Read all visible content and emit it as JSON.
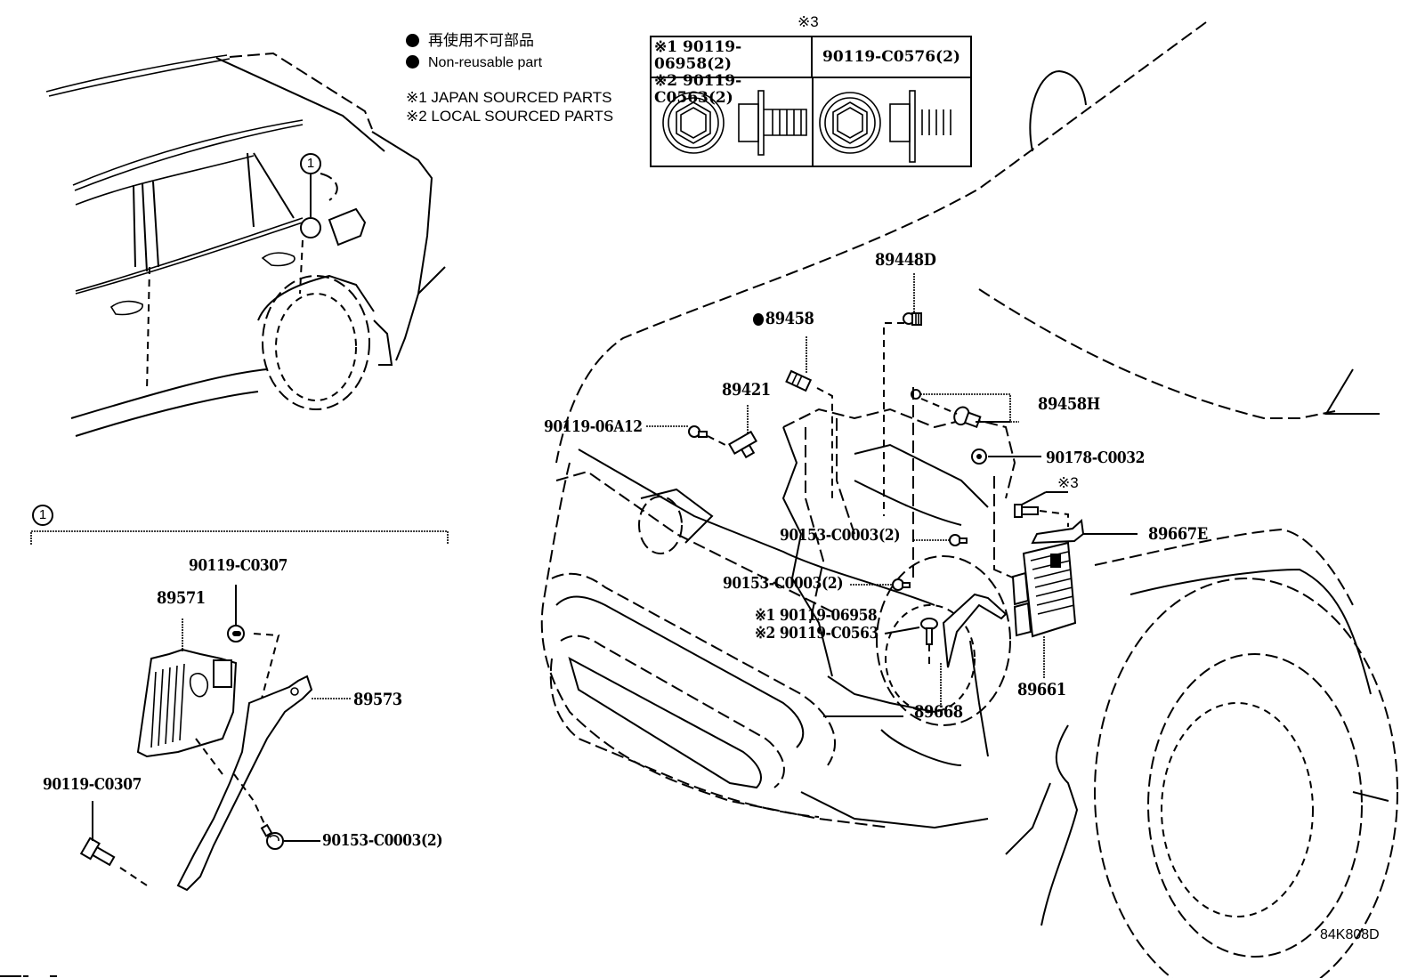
{
  "diagram": {
    "title_code": "84K808D",
    "legend": {
      "non_reusable_jp": "再使用不可部品",
      "non_reusable_en": "Non-reusable part",
      "note1": "※1 JAPAN SOURCED PARTS",
      "note2": "※2 LOCAL SOURCED PARTS"
    },
    "spec_table": {
      "marker": "※3",
      "col1_line1": "※1 90119-06958(2)",
      "col1_line2": "※2 90119-C0563(2)",
      "col2": "90119-C0576(2)"
    },
    "callouts": {
      "rear_location": "1",
      "detail_group": "1"
    },
    "parts_main": [
      {
        "id": "89448D",
        "label": "89448D"
      },
      {
        "id": "89458",
        "label": "89458",
        "non_reusable": true
      },
      {
        "id": "89421",
        "label": "89421"
      },
      {
        "id": "90119-06A12",
        "label": "90119-06A12"
      },
      {
        "id": "89458H",
        "label": "89458H"
      },
      {
        "id": "90178-C0032",
        "label": "90178-C0032"
      },
      {
        "id": "note3",
        "label": "※3"
      },
      {
        "id": "90153-C0003-a",
        "label": "90153-C0003(2)"
      },
      {
        "id": "89667E",
        "label": "89667E"
      },
      {
        "id": "90153-C0003-b",
        "label": "90153-C0003(2)"
      },
      {
        "id": "90119-06958",
        "label": "※1 90119-06958"
      },
      {
        "id": "90119-C0563",
        "label": "※2 90119-C0563"
      },
      {
        "id": "89661",
        "label": "89661"
      },
      {
        "id": "89668",
        "label": "89668"
      }
    ],
    "parts_detail": [
      {
        "id": "90119-C0307-top",
        "label": "90119-C0307"
      },
      {
        "id": "89571",
        "label": "89571"
      },
      {
        "id": "89573",
        "label": "89573"
      },
      {
        "id": "90119-C0307-bottom",
        "label": "90119-C0307"
      },
      {
        "id": "90153-C0003-detail",
        "label": "90153-C0003(2)"
      }
    ]
  }
}
